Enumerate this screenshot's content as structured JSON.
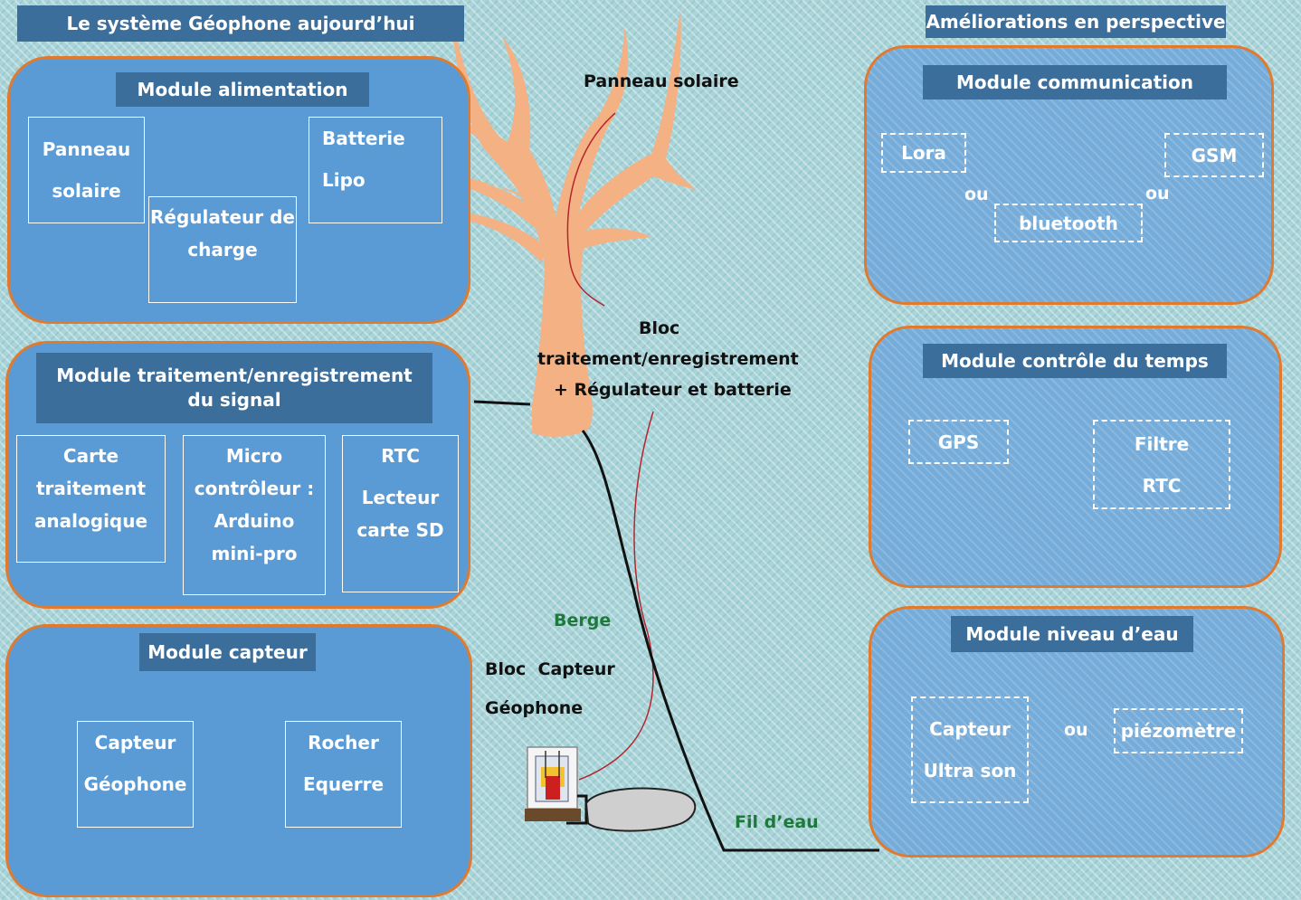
{
  "left_header": "Le système Géophone aujourd’hui",
  "right_header": "Améliorations en perspective",
  "alim": {
    "title": "Module alimentation",
    "panneau": [
      "Panneau",
      "solaire"
    ],
    "regulateur": [
      "Régulateur de",
      "charge"
    ],
    "batterie": [
      "Batterie",
      "Lipo"
    ]
  },
  "traitement": {
    "title_l1": "Module traitement/enregistrement",
    "title_l2": "du signal",
    "carte": [
      "Carte",
      "traitement",
      "analogique"
    ],
    "micro": [
      "Micro",
      "contrôleur :",
      "Arduino",
      "mini-pro"
    ],
    "rtc": [
      "RTC",
      "Lecteur",
      "carte SD"
    ]
  },
  "capteur": {
    "title": "Module capteur",
    "geophone": [
      "Capteur",
      "Géophone"
    ],
    "rocher": [
      "Rocher",
      "Equerre"
    ]
  },
  "communication": {
    "title": "Module communication",
    "lora": "Lora",
    "gsm": "GSM",
    "bluetooth": "bluetooth",
    "ou": "ou"
  },
  "temps": {
    "title": "Module contrôle du temps",
    "gps": "GPS",
    "filtre": [
      "Filtre",
      "RTC"
    ]
  },
  "niveau": {
    "title": "Module niveau d’eau",
    "ultrason": [
      "Capteur",
      "Ultra son"
    ],
    "ou": "ou",
    "piezo": "piézomètre"
  },
  "scene": {
    "panneau_solaire": "Panneau solaire",
    "bloc_l1": "Bloc",
    "bloc_l2": "traitement/enregistrement",
    "bloc_l3": "+ Régulateur et batterie",
    "berge": "Berge",
    "bloc_capteur": "Bloc  Capteur",
    "geophone": "Géophone",
    "fil_deau": "Fil d’eau"
  },
  "colors": {
    "module_fill": "#5b9bd5",
    "module_border": "#e07a2e",
    "title_fill": "#3c6e9c",
    "tree": "#f4b183",
    "green_label": "#1e7a3a"
  }
}
